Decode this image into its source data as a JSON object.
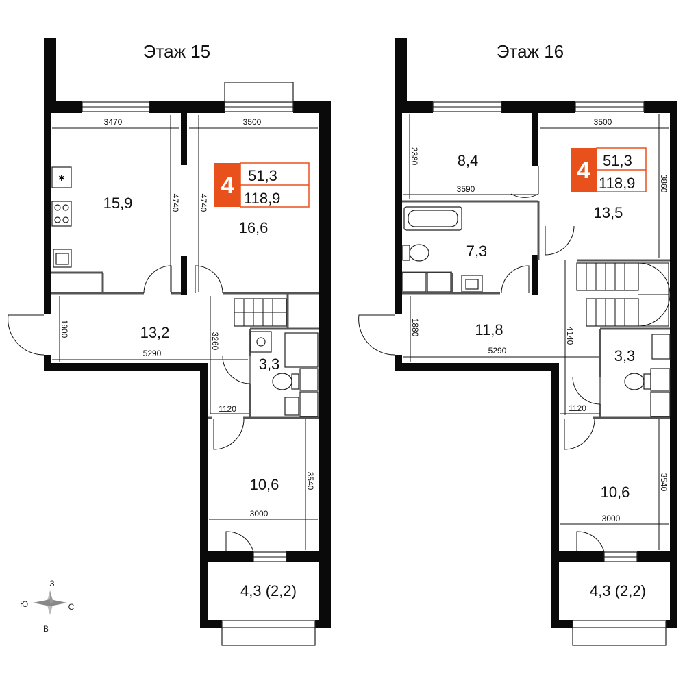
{
  "floors": [
    {
      "title": "Этаж 15",
      "badge": {
        "rooms": "4",
        "living_area": "51,3",
        "total_area": "118,9"
      },
      "rooms": {
        "kitchen": "15,9",
        "bedroom": "16,6",
        "hall": "13,2",
        "bath": "3,3",
        "bedroom2": "10,6",
        "balcony": "4,3 (2,2)"
      },
      "dims": {
        "d1": "3470",
        "d2": "3500",
        "d3": "4740",
        "d4": "4740",
        "d5": "1900",
        "d6": "5290",
        "d7": "3260",
        "d8": "1120",
        "d9": "3540",
        "d10": "3000"
      }
    },
    {
      "title": "Этаж 16",
      "badge": {
        "rooms": "4",
        "living_area": "51,3",
        "total_area": "118,9"
      },
      "rooms": {
        "room84": "8,4",
        "bath73": "7,3",
        "bedroom": "13,5",
        "hall": "11,8",
        "bath": "3,3",
        "bedroom2": "10,6",
        "balcony": "4,3 (2,2)"
      },
      "dims": {
        "d1": "2380",
        "d2": "3590",
        "d3": "3500",
        "d4": "3860",
        "d5": "1880",
        "d6": "5290",
        "d7": "4140",
        "d8": "1120",
        "d9": "3540",
        "d10": "3000"
      }
    }
  ],
  "compass": {
    "north": "З",
    "west": "Ю",
    "east": "С",
    "south": "В"
  },
  "colors": {
    "badge": "#e8501c",
    "wall": "#0a0a0a"
  }
}
